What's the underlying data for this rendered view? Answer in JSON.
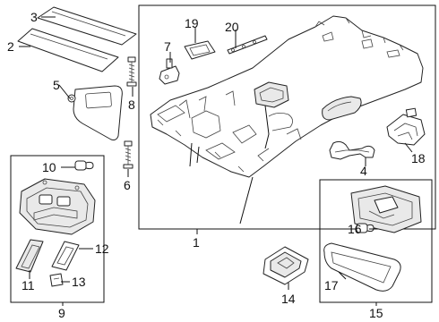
{
  "callouts": {
    "c1": "1",
    "c2": "2",
    "c3": "3",
    "c4": "4",
    "c5": "5",
    "c6": "6",
    "c7": "7",
    "c8": "8",
    "c9": "9",
    "c10": "10",
    "c11": "11",
    "c12": "12",
    "c13": "13",
    "c14": "14",
    "c15": "15",
    "c16": "16",
    "c17": "17",
    "c18": "18",
    "c19": "19",
    "c20": "20"
  }
}
